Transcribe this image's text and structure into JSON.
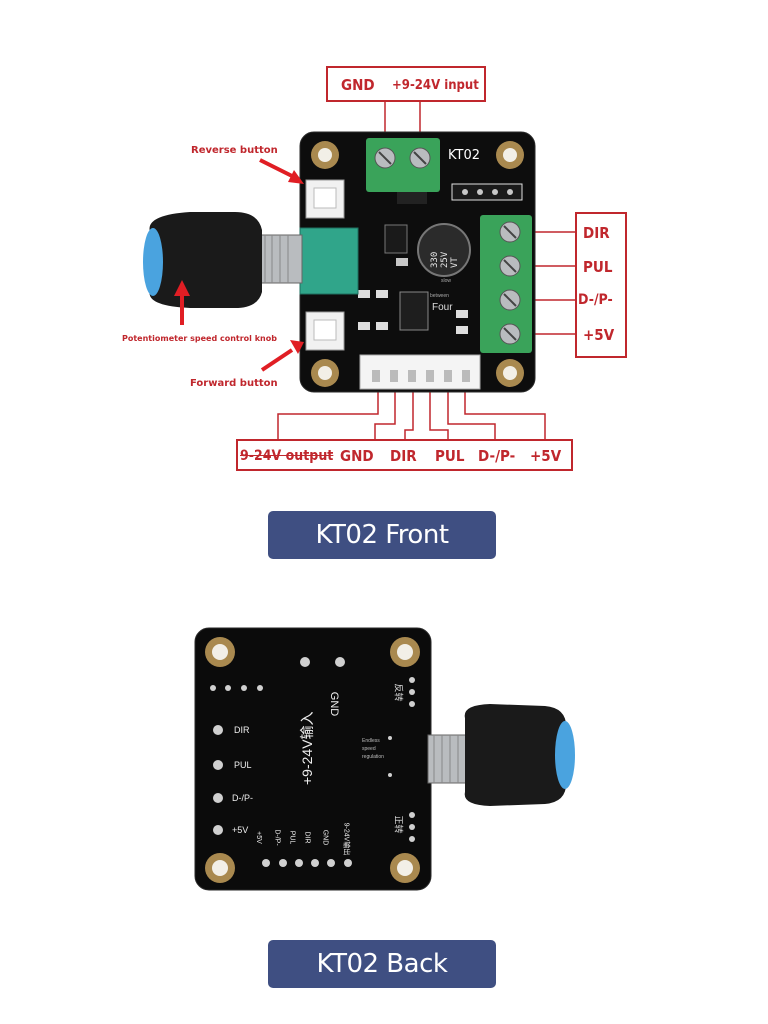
{
  "front": {
    "top_labels": {
      "gnd": "GND",
      "input": "+9-24V input"
    },
    "board_label": "KT02",
    "right_labels": [
      "DIR",
      "PUL",
      "D-/P-",
      "+5V"
    ],
    "bottom_labels": {
      "output": "9-24V output",
      "gnd": "GND",
      "dir": "DIR",
      "pul": "PUL",
      "dp": "D-/P-",
      "v5": "+5V"
    },
    "annotations": {
      "reverse": "Reverse button",
      "pot": "Potentiometer speed control knob",
      "forward": "Forward button"
    },
    "chips": {
      "cap_lines": [
        "330",
        "25V",
        "VT"
      ],
      "four": "Four",
      "between": "between",
      "slow": "slow"
    }
  },
  "captions": {
    "front": "KT02 Front",
    "back": "KT02 Back"
  },
  "back": {
    "input_label": "+9-24V输入",
    "gnd_label": "GND",
    "reverse_label": "反转",
    "forward_label": "正转",
    "speed_label": [
      "Endless",
      "speed",
      "regulation"
    ],
    "left_labels": [
      "DIR",
      "PUL",
      "D-/P-",
      "+5V"
    ],
    "bottom_labels": [
      "+5V",
      "D-/P-",
      "PUL",
      "DIR",
      "GND",
      "9-24V输出"
    ]
  },
  "colors": {
    "accent_red": "#c0272d",
    "caption_blue": "#3f4f82",
    "terminal_green": "#3aa35a"
  }
}
